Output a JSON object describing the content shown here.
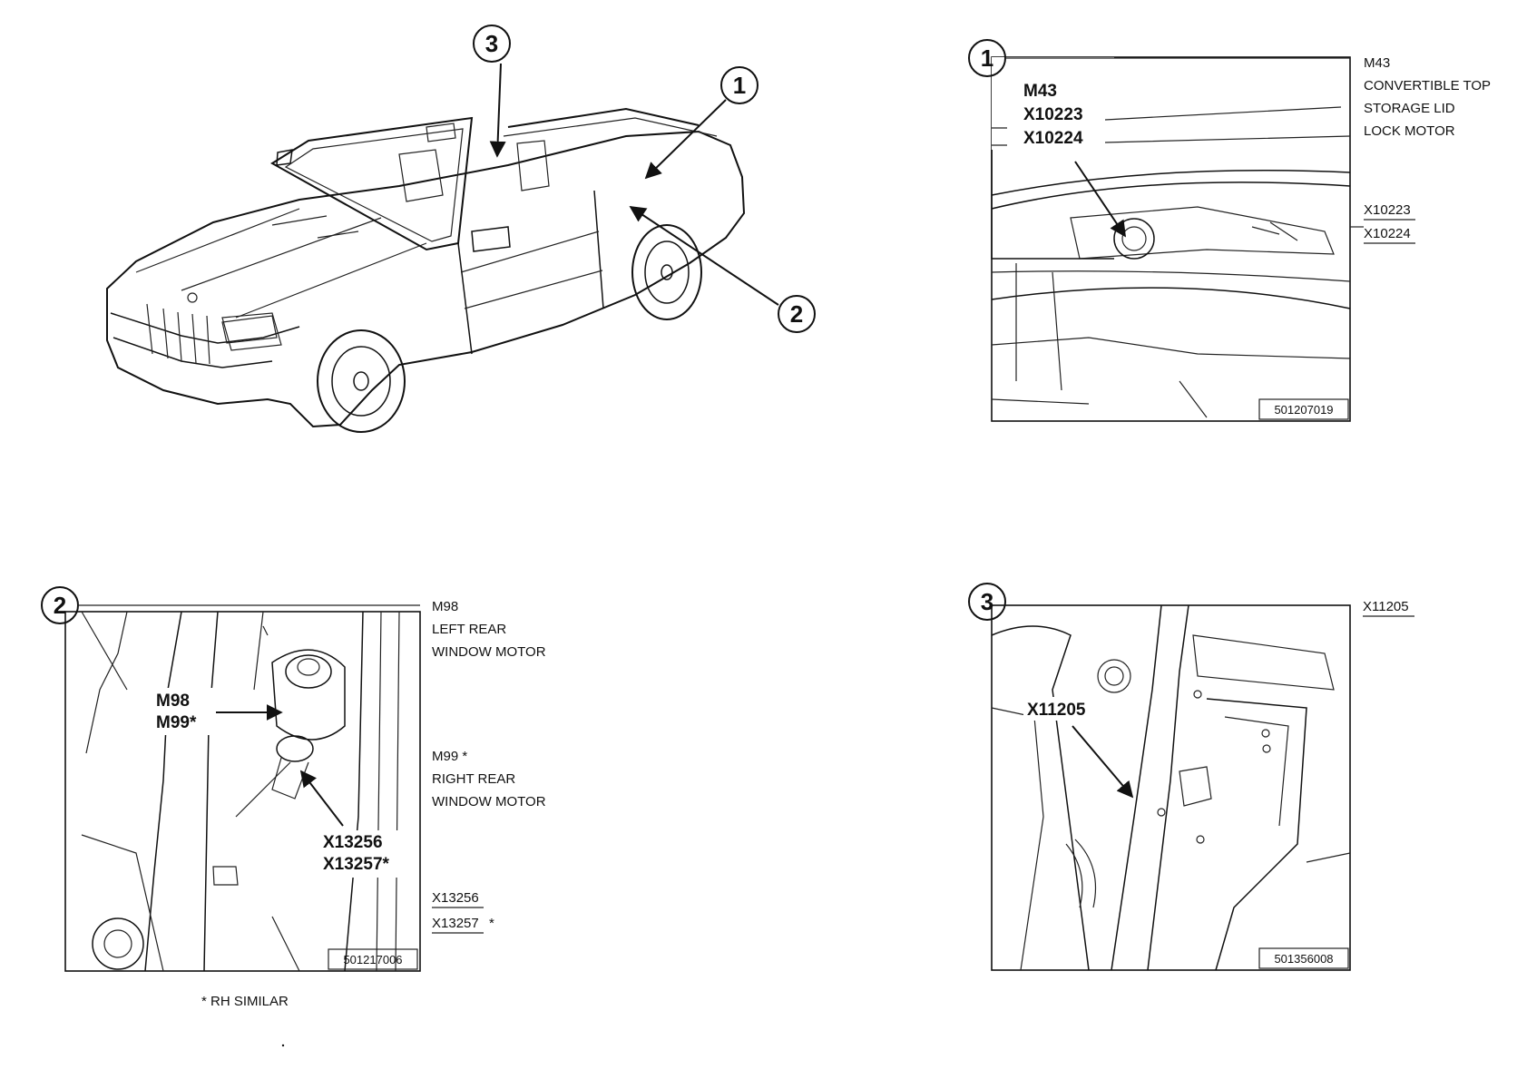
{
  "callouts": {
    "c1": "1",
    "c2": "2",
    "c3": "3"
  },
  "panel1": {
    "img_labels": [
      "M43",
      "X10223",
      "X10224"
    ],
    "side_title": [
      "M43",
      "CONVERTIBLE TOP",
      "STORAGE LID",
      "LOCK MOTOR"
    ],
    "side_connectors": [
      "X10223",
      "X10224"
    ],
    "ref_number": "501207019"
  },
  "panel2": {
    "img_motor": [
      "M98",
      "M99*"
    ],
    "img_connector": [
      "X13256",
      "X13257*"
    ],
    "side_m98": [
      "M98",
      "LEFT REAR",
      "WINDOW MOTOR"
    ],
    "side_m99": [
      "M99 *",
      "RIGHT REAR",
      "WINDOW MOTOR"
    ],
    "side_connectors": [
      "X13256",
      "X13257"
    ],
    "side_connector_suffix": "*",
    "ref_number": "501217006"
  },
  "panel3": {
    "img_label": "X11205",
    "side_connector": "X11205",
    "ref_number": "501356008"
  },
  "footnote": "* RH SIMILAR"
}
